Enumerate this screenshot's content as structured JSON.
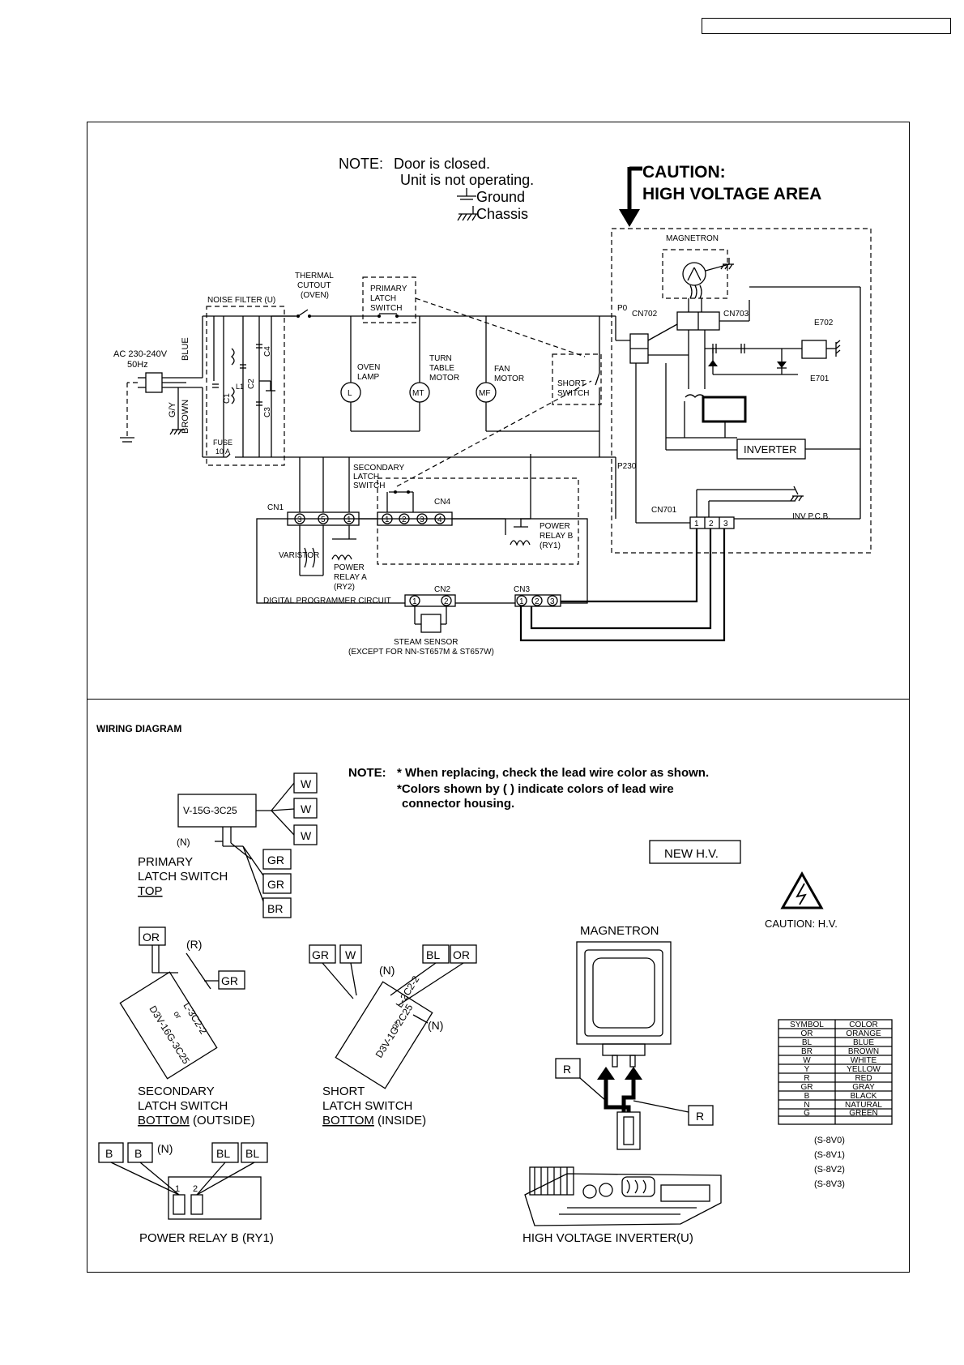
{
  "schematic": {
    "note": {
      "prefix": "NOTE:",
      "line1": "Door is closed.",
      "line2": "Unit is not operating.",
      "ground": "Ground",
      "chassis": "Chassis"
    },
    "caution": {
      "line1": "CAUTION:",
      "line2": "HIGH VOLTAGE AREA"
    },
    "labels": {
      "magnetron": "MAGNETRON",
      "thermal_cutout": [
        "THERMAL",
        "CUTOUT",
        "(OVEN)"
      ],
      "primary_latch_switch": [
        "PRIMARY",
        "LATCH",
        "SWITCH"
      ],
      "noise_filter": "NOISE FILTER (U)",
      "ac_supply": [
        "AC 230-240V",
        "50Hz"
      ],
      "wire_blue": "BLUE",
      "wire_brown": "BROWN",
      "wire_gy": "G/Y",
      "fuse": [
        "FUSE",
        "10 A"
      ],
      "c1": "C1",
      "c2": "C2",
      "c3": "C3",
      "c4": "C4",
      "l1": "L1",
      "oven_lamp": [
        "OVEN",
        "LAMP"
      ],
      "lamp_symbol": "L",
      "turn_table_motor": [
        "TURN",
        "TABLE",
        "MOTOR"
      ],
      "turntable_symbol": "MT",
      "fan_motor": [
        "FAN",
        "MOTOR"
      ],
      "fan_symbol": "MF",
      "short_switch": [
        "SHORT",
        "SWITCH"
      ],
      "p0": "P0",
      "p230": "P230",
      "cn702": "CN702",
      "cn703": "CN703",
      "e702": "E702",
      "e701": "E701",
      "inverter": "INVERTER",
      "inv_pcb": "INV P.C.B.",
      "cn701": "CN701",
      "cn701_pins": [
        "1",
        "2",
        "3"
      ],
      "secondary_latch_switch": [
        "SECONDARY",
        "LATCH",
        "SWITCH"
      ],
      "cn1": "CN1",
      "cn1_pins": [
        "3",
        "5",
        "1"
      ],
      "cn4": "CN4",
      "cn4_pins": [
        "1",
        "2",
        "3",
        "4"
      ],
      "power_relay_b": [
        "POWER",
        "RELAY B",
        "(RY1)"
      ],
      "varistor": "VARISTOR",
      "power_relay_a": [
        "POWER",
        "RELAY A",
        "(RY2)"
      ],
      "digital_programmer": "DIGITAL PROGRAMMER CIRCUIT",
      "cn2": "CN2",
      "cn2_pins": [
        "1",
        "2"
      ],
      "cn3": "CN3",
      "cn3_pins": [
        "1",
        "2",
        "3"
      ],
      "steam_sensor": "STEAM SENSOR",
      "steam_sensor_note": "(EXCEPT FOR NN-ST657M & ST657W)"
    }
  },
  "wiring": {
    "title": "WIRING DIAGRAM",
    "note": {
      "prefix": "NOTE:",
      "line1": "* When replacing, check the lead wire color as shown.",
      "line2": "*Colors shown by ( ) indicate colors of lead wire",
      "line3": "connector housing."
    },
    "new_hv": "NEW H.V.",
    "caution_hv": "CAUTION: H.V.",
    "primary_switch": {
      "part": "V-15G-3C25",
      "housing": "(N)",
      "wires_right": [
        "W",
        "W",
        "W"
      ],
      "wires_bottom": [
        "GR",
        "GR",
        "BR"
      ],
      "caption": [
        "PRIMARY",
        "LATCH SWITCH"
      ],
      "caption_underlined": "TOP"
    },
    "secondary_switch": {
      "wire_top": "OR",
      "housing": "(R)",
      "wire_side": "GR",
      "part": [
        "L-3C2-2",
        "or",
        "D3V-16G-3C25"
      ],
      "caption": [
        "SECONDARY",
        "LATCH SWITCH"
      ],
      "caption_underlined": "BOTTOM",
      "caption_suffix": " (OUTSIDE)"
    },
    "short_switch": {
      "wires_left": [
        "GR",
        "W"
      ],
      "wires_right": [
        "BL",
        "OR"
      ],
      "housing_top": "(N)",
      "housing_side": "(N)",
      "part": [
        "L-2C2-2",
        "or",
        "D3V-1G-2C25"
      ],
      "caption": [
        "SHORT",
        "LATCH SWITCH"
      ],
      "caption_underlined": "BOTTOM",
      "caption_suffix": " (INSIDE)"
    },
    "relay_b": {
      "wires_left": [
        "B",
        "B"
      ],
      "housing": "(N)",
      "wires_right": [
        "BL",
        "BL"
      ],
      "pins": [
        "1",
        "2"
      ],
      "caption": "POWER RELAY B (RY1)"
    },
    "magnetron": {
      "title": "MAGNETRON",
      "wire_left": "R",
      "wire_right": "R"
    },
    "inverter_caption": "HIGH VOLTAGE INVERTER(U)",
    "color_table": {
      "headers": [
        "SYMBOL",
        "COLOR"
      ],
      "rows": [
        [
          "OR",
          "ORANGE"
        ],
        [
          "BL",
          "BLUE"
        ],
        [
          "BR",
          "BROWN"
        ],
        [
          "W",
          "WHITE"
        ],
        [
          "Y",
          "YELLOW"
        ],
        [
          "R",
          "RED"
        ],
        [
          "GR",
          "GRAY"
        ],
        [
          "B",
          "BLACK"
        ],
        [
          "N",
          "NATURAL"
        ],
        [
          "G",
          "GREEN"
        ]
      ]
    },
    "models": [
      "(S-8V0)",
      "(S-8V1)",
      "(S-8V2)",
      "(S-8V3)"
    ]
  }
}
